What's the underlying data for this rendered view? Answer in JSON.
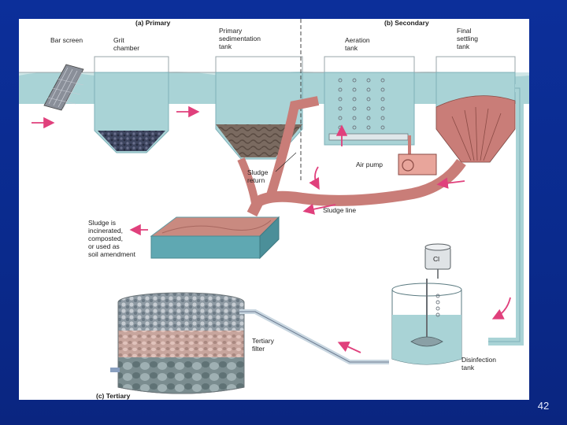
{
  "sections": {
    "primary": "(a) Primary",
    "secondary": "(b) Secondary",
    "tertiary": "(c) Tertiary"
  },
  "labels": {
    "bar_screen": "Bar screen",
    "grit_chamber": [
      "Grit",
      "chamber"
    ],
    "primary_sedimentation": [
      "Primary",
      "sedimentation",
      "tank"
    ],
    "aeration_tank": [
      "Aeration",
      "tank"
    ],
    "final_settling": [
      "Final",
      "settling",
      "tank"
    ],
    "sludge_return": [
      "Sludge",
      "return"
    ],
    "air_pump": "Air pump",
    "sludge_line": "Sludge line",
    "sludge_fate": [
      "Sludge is",
      "incinerated,",
      "composted,",
      "or used as",
      "soil amendment"
    ],
    "chlorine": "Cl",
    "tertiary_filter": [
      "Tertiary",
      "filter"
    ],
    "disinfection_tank": [
      "Disinfection",
      "tank"
    ]
  },
  "page_number": "42",
  "colors": {
    "slide_background": "#0a2a8c",
    "water": "#a9d3d6",
    "water_surface": "#cfe6e6",
    "sludge": "#c97d78",
    "tank_wall": "#6fb0b8",
    "arrow": "#e0407c"
  }
}
